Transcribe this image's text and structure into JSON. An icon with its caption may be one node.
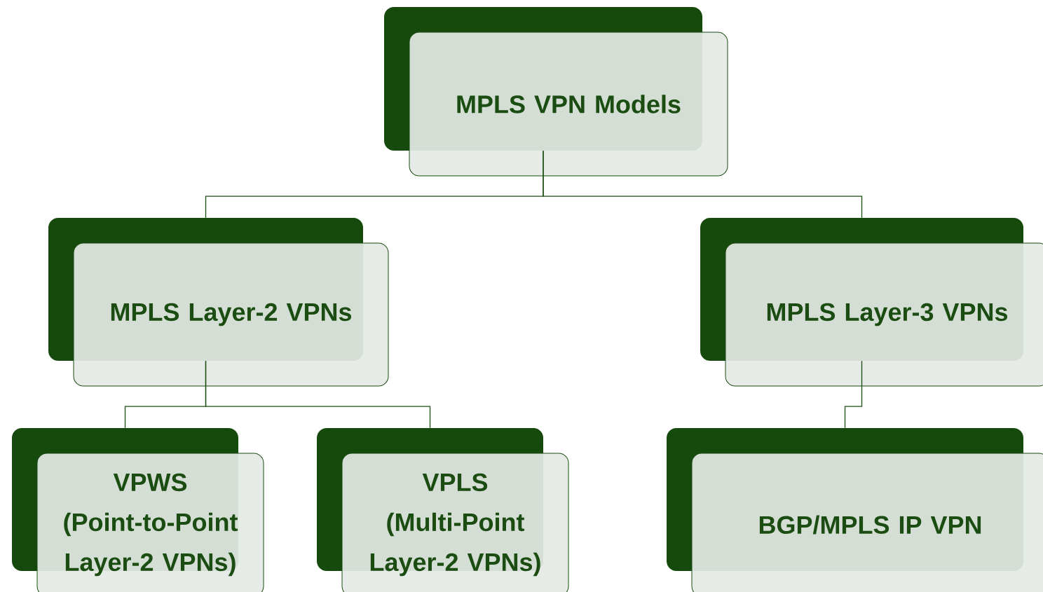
{
  "diagram": {
    "nodes": [
      {
        "text": [
          "MPLS VPN Models"
        ]
      },
      {
        "text": [
          "MPLS Layer-2 VPNs"
        ]
      },
      {
        "text": [
          "MPLS Layer-3 VPNs"
        ]
      },
      {
        "text": [
          "VPWS",
          "(Point-to-Point Layer-2 VPNs)"
        ]
      },
      {
        "text": [
          "VPLS",
          "(Multi-Point Layer-2 VPNs)"
        ]
      },
      {
        "text": [
          "BGP/MPLS IP VPN"
        ]
      }
    ],
    "edges": [
      {
        "from": 0,
        "to": 1,
        "arrow": "none"
      },
      {
        "from": 0,
        "to": 2,
        "arrow": "none"
      },
      {
        "from": 1,
        "to": 3,
        "arrow": "none"
      },
      {
        "from": 1,
        "to": 4,
        "arrow": "none"
      },
      {
        "from": 2,
        "to": 5,
        "arrow": "none"
      }
    ]
  }
}
